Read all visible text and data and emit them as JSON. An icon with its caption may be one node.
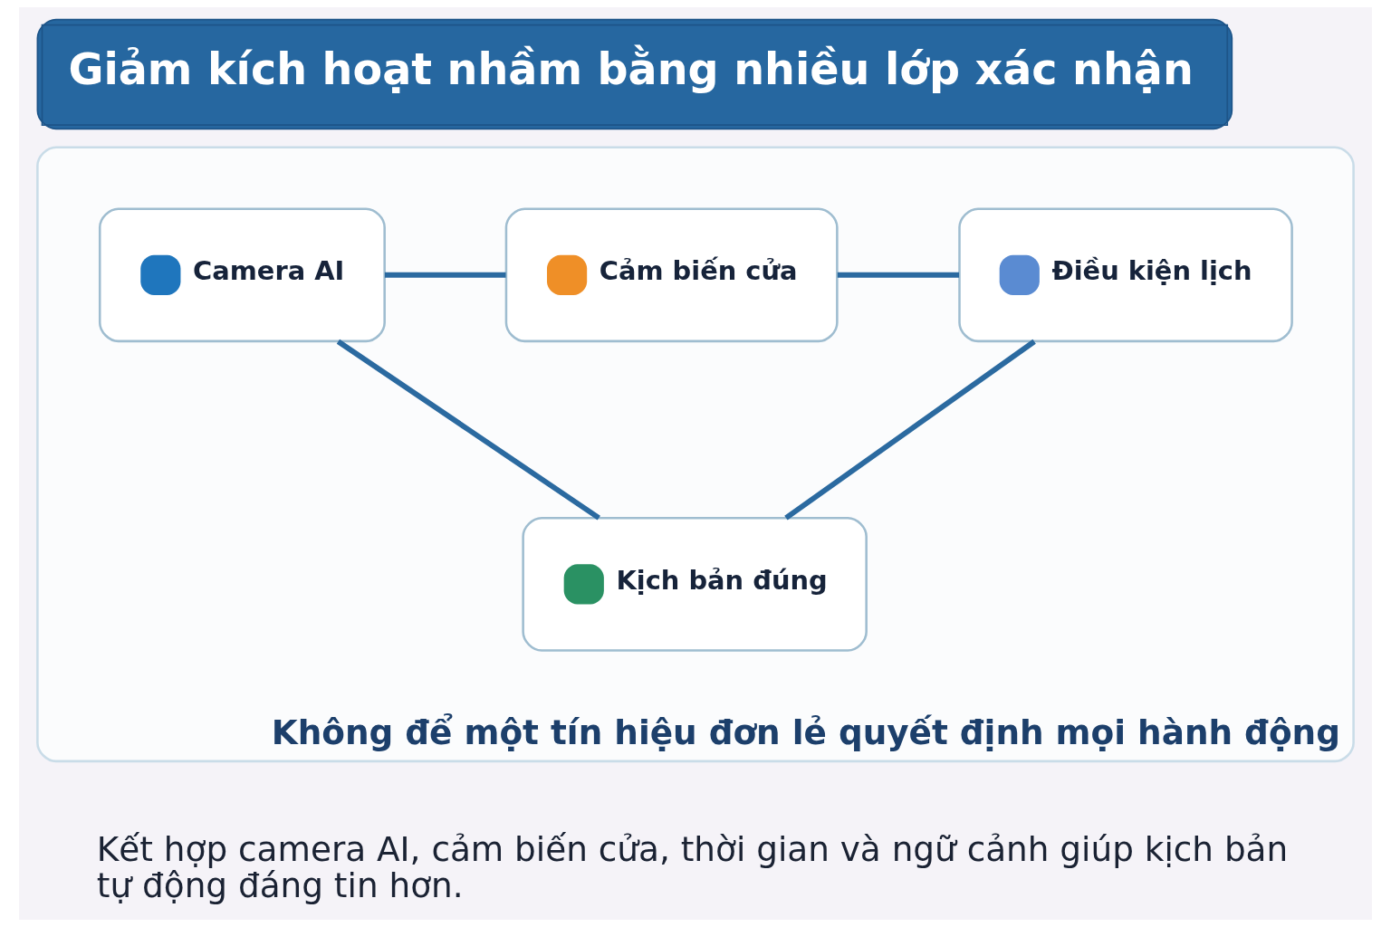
{
  "diagram": {
    "title": "Giảm kích hoạt nhầm bằng nhiều lớp xác nhận",
    "caption": "Kết hợp camera AI, cảm biến cửa, thời gian và ngữ cảnh giúp kịch bản tự động đáng tin hơn.",
    "nodes": [
      {
        "text": [
          "Không để một tín hiệu đơn lẻ quyết định mọi hành động"
        ]
      },
      {
        "text": [
          "Camera AI"
        ],
        "in": 0
      },
      {
        "text": [
          "Cảm biến cửa"
        ],
        "in": 0
      },
      {
        "text": [
          "Điều kiện lịch"
        ],
        "in": 0
      },
      {
        "text": [
          "Kịch bản đúng"
        ],
        "in": 0
      }
    ],
    "edges": [
      {
        "from": 1,
        "to": 2,
        "arrow": "none"
      },
      {
        "from": 2,
        "to": 3,
        "arrow": "none"
      },
      {
        "from": 1,
        "to": 4,
        "arrow": "none"
      },
      {
        "from": 3,
        "to": 4,
        "arrow": "none"
      }
    ]
  }
}
